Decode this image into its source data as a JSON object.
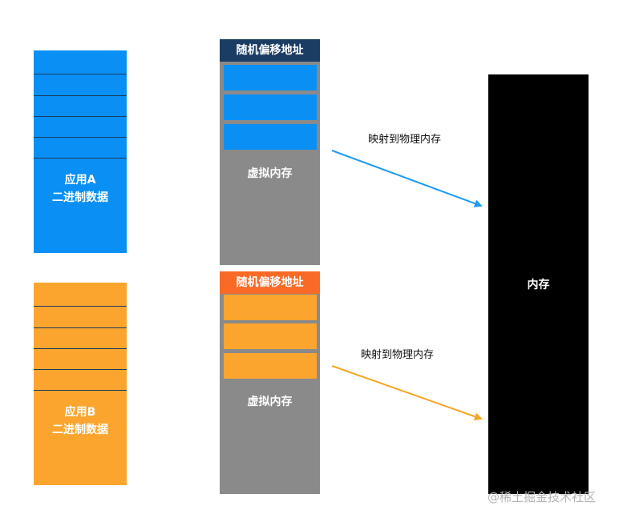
{
  "colors": {
    "blue": "#0a90f5",
    "orange": "#fba52e",
    "navy_header": "#1b3d63",
    "orange_header": "#f86a25",
    "gray": "#8a8a8a",
    "memory": "#000000"
  },
  "app_a": {
    "label_line1": "应用A",
    "label_line2": "二进制数据"
  },
  "app_b": {
    "label_line1": "应用B",
    "label_line2": "二进制数据"
  },
  "vm_a": {
    "header": "随机偏移地址",
    "label": "虚拟内存"
  },
  "vm_b": {
    "header": "随机偏移地址",
    "label": "虚拟内存"
  },
  "memory": {
    "label": "内存"
  },
  "mapping": {
    "label_top": "映射到物理内存",
    "label_bottom": "映射到物理内存"
  },
  "watermark": {
    "text": "@稀土掘金技术社区"
  }
}
